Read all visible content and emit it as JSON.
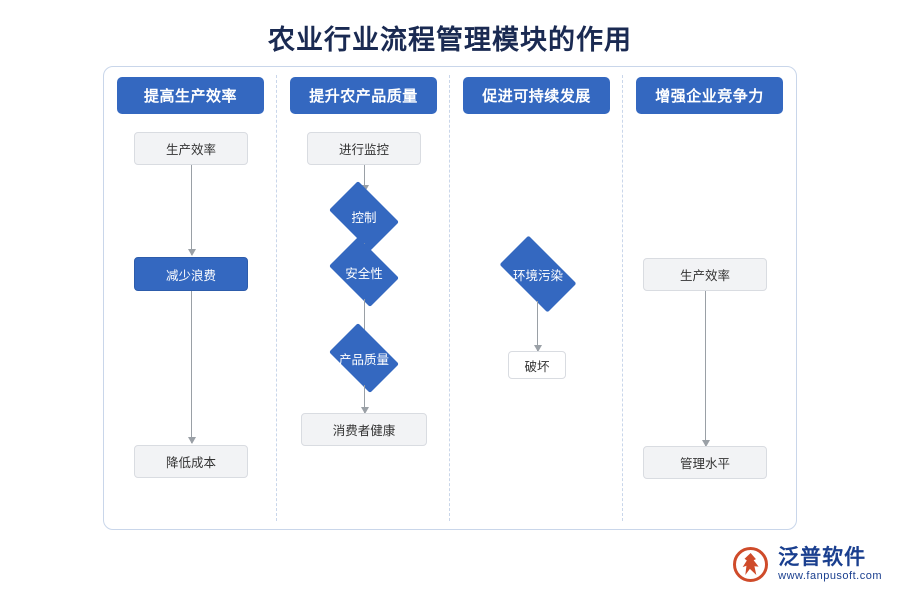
{
  "title": "农业行业流程管理模块的作用",
  "colors": {
    "brand_blue": "#3468c0",
    "title_navy": "#1a2a52",
    "border": "#c9d6ea",
    "arrow": "#9aa0a6",
    "logo_red": "#cf4b2a",
    "logo_blue": "#1a3f8f"
  },
  "columns": [
    {
      "header": "提高生产效率",
      "nodes": [
        {
          "label": "生产效率",
          "shape": "rect-plain"
        },
        {
          "label": "减少浪费",
          "shape": "rect-blue"
        },
        {
          "label": "降低成本",
          "shape": "rect-plain"
        }
      ]
    },
    {
      "header": "提升农产品质量",
      "nodes": [
        {
          "label": "进行监控",
          "shape": "rect-plain"
        },
        {
          "label": "控制",
          "shape": "diamond"
        },
        {
          "label": "安全性",
          "shape": "diamond"
        },
        {
          "label": "产品质量",
          "shape": "diamond"
        },
        {
          "label": "消费者健康",
          "shape": "rect-plain"
        }
      ]
    },
    {
      "header": "促进可持续发展",
      "nodes": [
        {
          "label": "环境污染",
          "shape": "diamond"
        },
        {
          "label": "破坏",
          "shape": "rect-white"
        }
      ]
    },
    {
      "header": "增强企业竞争力",
      "nodes": [
        {
          "label": "生产效率",
          "shape": "rect-plain"
        },
        {
          "label": "管理水平",
          "shape": "rect-plain"
        }
      ]
    }
  ],
  "logo": {
    "name_cn": "泛普软件",
    "name_en": "www.fanpusoft.com"
  }
}
